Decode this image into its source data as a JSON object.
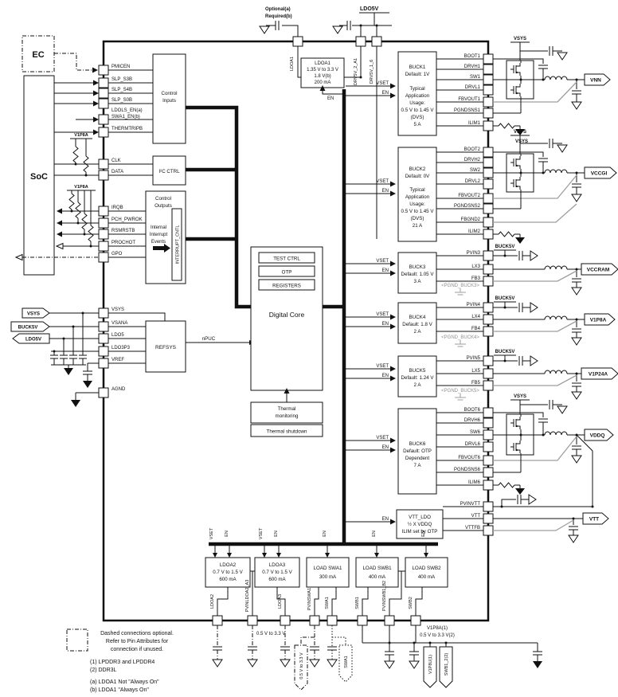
{
  "pins": {
    "left": [
      "PMICEN",
      "SLP_S3B",
      "SLP_S4B",
      "SLP_S0B",
      "LDOLS_EN(a)",
      "SWA1_EN(b)",
      "THERMTRIPB",
      "CLK",
      "DATA",
      "IRQB",
      "PCH_PWROK",
      "RSMRSTB",
      "PROCHOT",
      "GPO",
      "VSYS",
      "VSANA",
      "LDO5",
      "LDO3P3",
      "VREF",
      "AGND"
    ],
    "top": [
      "LDOA1",
      "DRV5V_2_A1",
      "DRV5V_1_6"
    ],
    "right": [
      "BOOT1",
      "DRVH1",
      "SW1",
      "DRVL1",
      "FBVOUT1",
      "PGNDSNS1",
      "ILIM1",
      "BOOT2",
      "DRVH2",
      "SW2",
      "DRVL2",
      "FBVOUT2",
      "PGNDSNS2",
      "FBGND2",
      "ILIM2",
      "PVIN3",
      "LX3",
      "FB3",
      "PVIN4",
      "LX4",
      "FB4",
      "PVIN5",
      "LX5",
      "FB5",
      "BOOT6",
      "DRVH6",
      "SW6",
      "DRVL6",
      "FBVOUT6",
      "PGNDSNS6",
      "ILIM6",
      "PVINVTT",
      "VTT",
      "VTTFB"
    ],
    "bottom": [
      "LDOA2",
      "PVINLDOA2_A3",
      "LDOA3",
      "PVINSWA1",
      "SWA1",
      "SWB1",
      "PVINSWB1_B2",
      "SWB2"
    ]
  },
  "ext": {
    "ec": "EC",
    "soc": "SoC",
    "vsys_tag": "VSYS",
    "buck5v_tag": "BUCK5V",
    "ldo5v_tag": "LDO5V",
    "v1p8a": "V1P8A",
    "optional": "Optional(a)",
    "required": "Required(b)",
    "ldo5v": "LDO5V",
    "vsys": "VSYS",
    "buck5v": "BUCK5V",
    "vset": "VSET",
    "en": "EN",
    "outputs": [
      "VNN",
      "VCCGI",
      "VCCRAM",
      "V1P8A",
      "V1P24A",
      "VDDQ",
      "VTT"
    ],
    "range": "0.5 V to 3.3 V",
    "v1p8a_sup": "V1P8A(1)",
    "range_sup": "0.5 V to 3.3 V(2)",
    "tag_range": "0.5 V to 3.3 V",
    "tag_swa1": "SWA1",
    "tag_v1p8u": "V1P8U(1)",
    "tag_swb12": "SWB1_2(2)"
  },
  "ic": {
    "ci1": "Control",
    "ci2": "Inputs",
    "i2c": "I²C CTRL",
    "co1": "Control",
    "co2": "Outputs",
    "int1": "Internal",
    "int2": "Interrupt",
    "int3": "Events",
    "intcntl": "INTERRUPT_CNTL",
    "refsys": "REFSYS",
    "npuc": "nPUC",
    "core": "Digital Core",
    "test": "TEST CTRL",
    "otp": "OTP",
    "regs": "REGISTERS",
    "th1": "Thermal",
    "th2": "monitoring",
    "tsd": "Thermal shutdown"
  },
  "ldoa1": [
    "LDOA1",
    "1.35 V to 3.3 V",
    "1.8 V(b)",
    "200 mA"
  ],
  "b1": [
    "BUCK1",
    "Default: 1V",
    "Typical",
    "Application",
    "Usage:",
    "0.5 V to 1.45 V",
    "(DVS)",
    "5 A"
  ],
  "b2": [
    "BUCK2",
    "Default: 0V",
    "Typical",
    "Application",
    "Usage:",
    "0.5 V to 1.45 V",
    "(DVS)",
    "21 A"
  ],
  "b3": [
    "BUCK3",
    "Default: 1.05 V",
    "3 A"
  ],
  "b4": [
    "BUCK4",
    "Default: 1.8 V",
    "2 A"
  ],
  "b5": [
    "BUCK5",
    "Default: 1.24 V",
    "2 A"
  ],
  "b6": [
    "BUCK6",
    "Default: OTP",
    "Dependent",
    "7 A"
  ],
  "vttldo": [
    "VTT_LDO",
    "½ X VDDQ",
    "ILIM set by OTP"
  ],
  "pgnd": [
    "<PGND_BUCK3>",
    "<PGND_BUCK4>",
    "<PGND_BUCK5>"
  ],
  "bot": {
    "ldoa2": [
      "LDOA2",
      "0.7 V to 1.5 V",
      "600 mA"
    ],
    "ldoa3": [
      "LDOA3",
      "0.7 V to 1.5 V",
      "600 mA"
    ],
    "swa1": [
      "LOAD SWA1",
      "300 mA"
    ],
    "swb1": [
      "LOAD SWB1",
      "400 mA"
    ],
    "swb2": [
      "LOAD SWB2",
      "400 mA"
    ]
  },
  "notes": {
    "l1": "Dashed connections optional.",
    "l2": "Refer to Pin Attributes for",
    "l3": "connection if unused.",
    "n1": "(1) LPDDR3 and LPDDR4",
    "n2": "(2) DDR3L",
    "na": "(a) LDOA1 Not \"Always On\"",
    "nb": "(b) LDOA1 \"Always On\""
  }
}
